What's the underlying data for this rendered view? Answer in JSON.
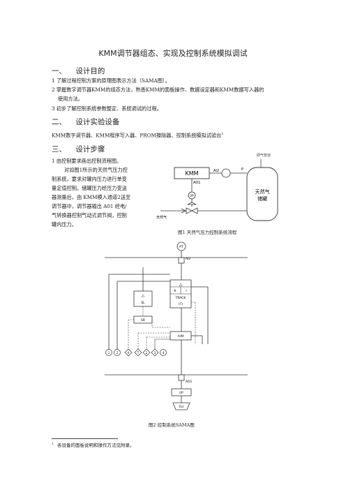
{
  "doc": {
    "title": "KMM调节器组态、实现及控制系统模拟调试",
    "sections": [
      {
        "num": "一、",
        "label": "设计目的"
      },
      {
        "num": "二、",
        "label": "设计实验设备"
      },
      {
        "num": "三、",
        "label": "设计步骤"
      }
    ],
    "purpose": [
      "1  了解过程控制方案的原理图表示方法（SAMA图）。",
      "2  掌握数字调节器KMM的组态方法，熟悉KMM的面板操作、数据设定器和KMM数据写入器的",
      "使用方法。",
      "3  初步了解控制系统参数整定、系统调试的过程。"
    ],
    "equipment": "KMM数字调节器、KMM程序写入器、PROM擦除器、控制系统模拟试验台",
    "footnote_mark": "1",
    "steps": [
      "1  由控制要求画出控制流程图。",
      "对如图1所示的天然气压力控",
      "制系统，要求对罐内压力进行单变",
      "量定值控制。储罐压力经压力变送",
      "器测量后，由 KMM模入通道2送至",
      "调节器中，调节器输出 A01 经电/",
      "气转换器控制气动式调节阀，控制",
      "罐内压力。"
    ],
    "footnote": "各设备的面板说明和操作方法见附录。"
  },
  "fig1": {
    "caption": "图1  天然气压力控制系统流程",
    "kmm": "KMM",
    "ai2": "AI2",
    "ao1": "AO1",
    "ip": "I/P",
    "p": "P",
    "gas_in": "天然气",
    "outlet": "即气管道",
    "tank_line1": "天然气",
    "tank_line2": "储罐"
  },
  "fig2": {
    "caption": "图2  控制系统SAMA图",
    "pt": "PT",
    "ai2": "AI2",
    "ao1": "AO1",
    "k": "K",
    "i": "I",
    "track": "TRACK",
    "track2": "(T)",
    "sl": "SL",
    "sr": "SR",
    "am": "A/M",
    "ip": "I/P",
    "valve": "f(x)",
    "circles": [
      "1",
      "2",
      "A",
      "T",
      "2",
      "3",
      "4"
    ],
    "delta": "△"
  }
}
